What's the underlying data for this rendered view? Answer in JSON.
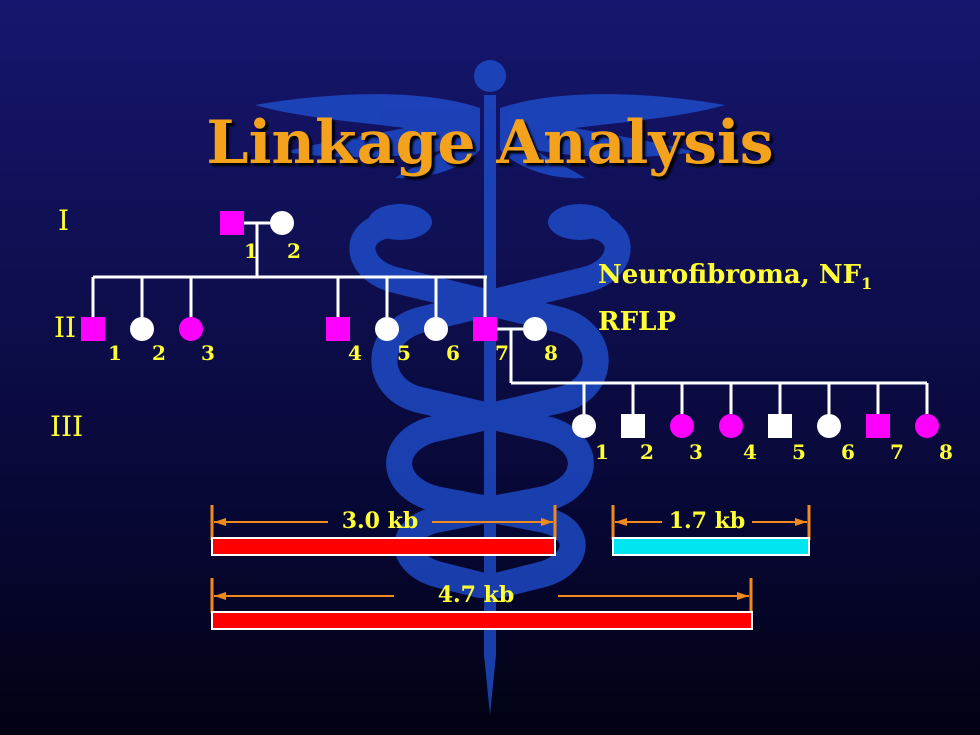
{
  "title": "Linkage Analysis",
  "disease": {
    "name": "Neurofibroma, NF",
    "subscript": "1",
    "method": "RFLP"
  },
  "generations": [
    "I",
    "II",
    "III"
  ],
  "gen_I": [
    "1",
    "2"
  ],
  "gen_II": [
    "1",
    "2",
    "3",
    "4",
    "5",
    "6",
    "7",
    "8"
  ],
  "gen_III": [
    "1",
    "2",
    "3",
    "4",
    "5",
    "6",
    "7",
    "8"
  ],
  "fragments": [
    {
      "label": "3.0 kb",
      "color": "#ff0000"
    },
    {
      "label": "1.7 kb",
      "color": "#00e6f0"
    },
    {
      "label": "4.7 kb",
      "color": "#ff0000"
    }
  ],
  "colors": {
    "affected": "#ff00ff",
    "unaffected": "#ffffff",
    "label": "#ffff33",
    "title": "#f4a21c",
    "bracket": "#f08a1c"
  }
}
